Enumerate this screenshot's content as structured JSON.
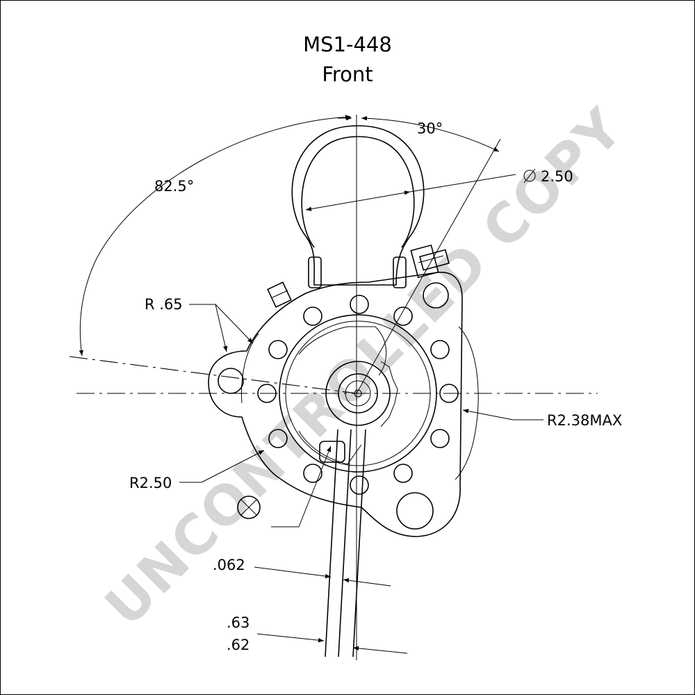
{
  "title": {
    "part_number": "MS1-448",
    "view": "Front"
  },
  "watermark": "UNCONTROLLED COPY",
  "dimensions": {
    "angle_top": "30°",
    "angle_left": "82.5°",
    "diameter": "2.50",
    "radius_small": "R .65",
    "radius_max": "R2.38MAX",
    "radius_left": "R2.50",
    "thickness": ".062",
    "width_upper": ".63",
    "width_lower": ".62"
  },
  "colors": {
    "line": "#000000",
    "watermark": "#cfcfcf"
  }
}
